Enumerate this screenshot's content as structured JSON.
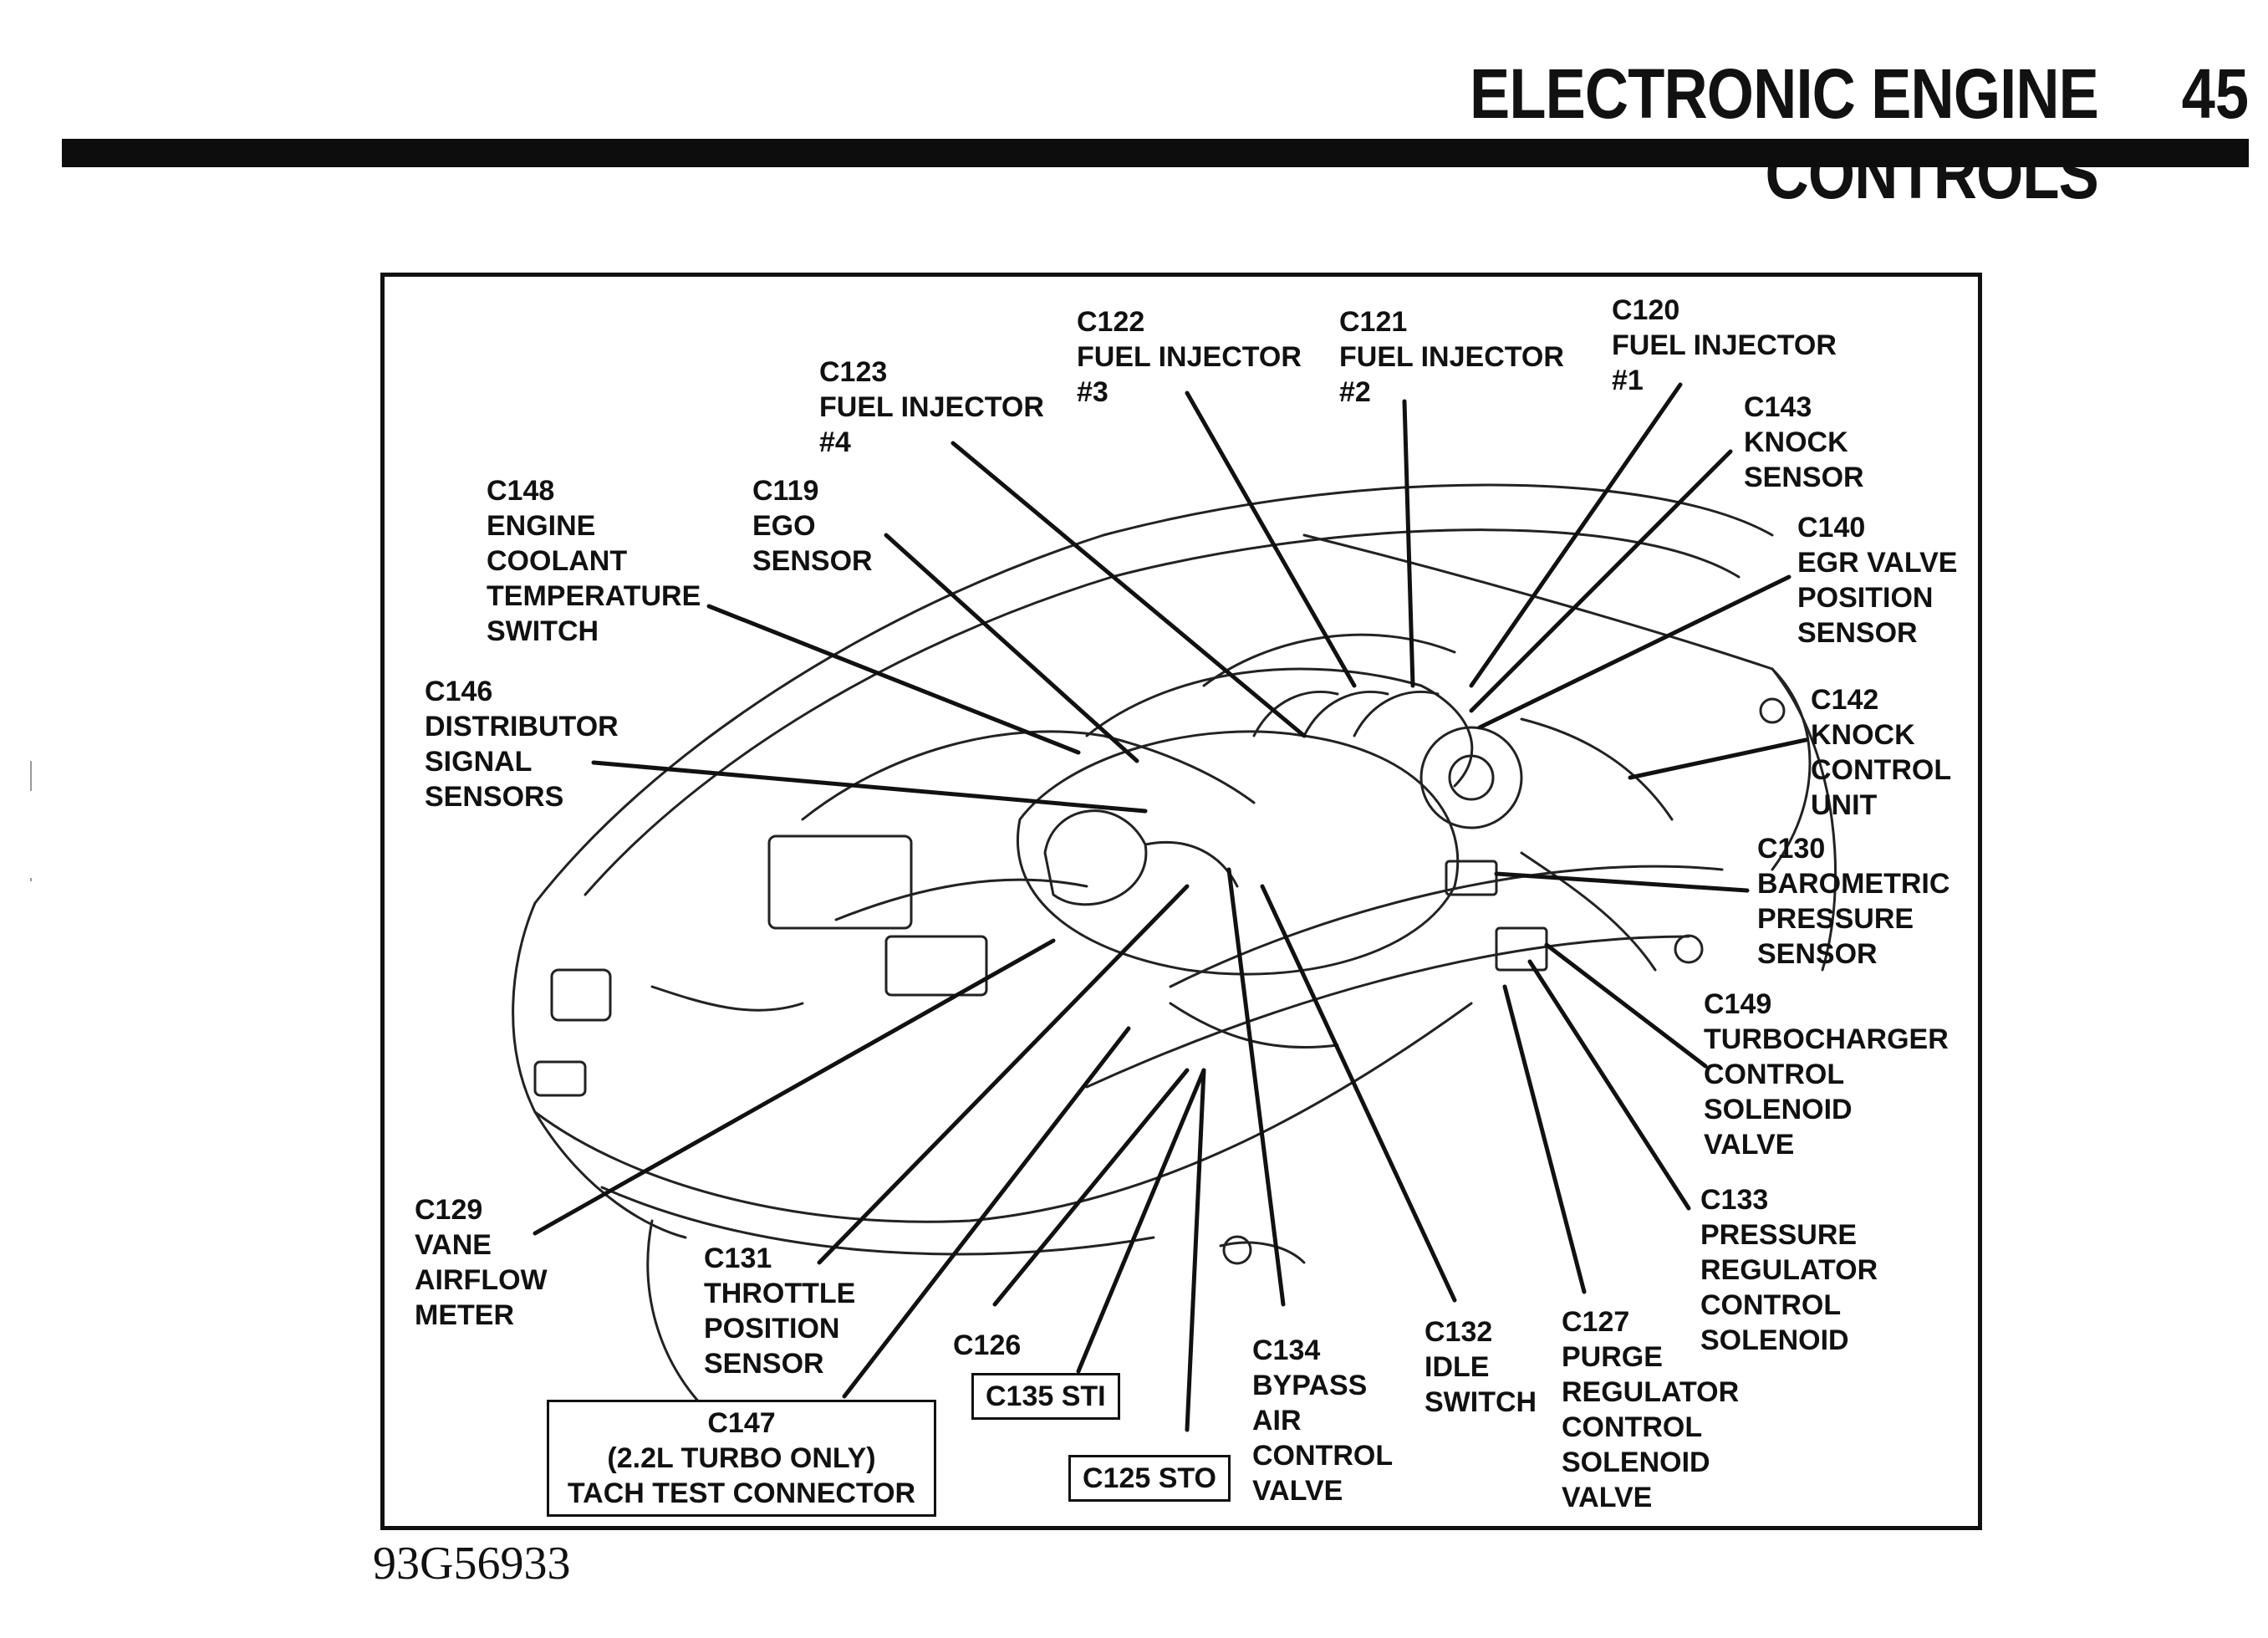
{
  "header": {
    "title": "ELECTRONIC ENGINE CONTROLS",
    "page_number": "45"
  },
  "figure": {
    "code": "93G56933"
  },
  "callouts": [
    {
      "id": "c120",
      "lines": [
        "C120",
        "FUEL INJECTOR",
        "#1"
      ]
    },
    {
      "id": "c121",
      "lines": [
        "C121",
        "FUEL INJECTOR",
        "#2"
      ]
    },
    {
      "id": "c122",
      "lines": [
        "C122",
        "FUEL INJECTOR",
        "#3"
      ]
    },
    {
      "id": "c123",
      "lines": [
        "C123",
        "FUEL INJECTOR",
        "#4"
      ]
    },
    {
      "id": "c148",
      "lines": [
        "C148",
        "ENGINE",
        "COOLANT",
        "TEMPERATURE",
        "SWITCH"
      ]
    },
    {
      "id": "c119",
      "lines": [
        "C119",
        "EGO",
        "SENSOR"
      ]
    },
    {
      "id": "c146",
      "lines": [
        "C146",
        "DISTRIBUTOR",
        "SIGNAL",
        "SENSORS"
      ]
    },
    {
      "id": "c143",
      "lines": [
        "C143",
        "KNOCK",
        "SENSOR"
      ]
    },
    {
      "id": "c140",
      "lines": [
        "C140",
        "EGR VALVE",
        "POSITION",
        "SENSOR"
      ]
    },
    {
      "id": "c142",
      "lines": [
        "C142",
        "KNOCK",
        "CONTROL",
        "UNIT"
      ]
    },
    {
      "id": "c130",
      "lines": [
        "C130",
        "BAROMETRIC",
        "PRESSURE",
        "SENSOR"
      ]
    },
    {
      "id": "c149",
      "lines": [
        "C149",
        "TURBOCHARGER",
        "CONTROL",
        "SOLENOID",
        "VALVE"
      ]
    },
    {
      "id": "c133",
      "lines": [
        "C133",
        "PRESSURE",
        "REGULATOR",
        "CONTROL",
        "SOLENOID"
      ]
    },
    {
      "id": "c129",
      "lines": [
        "C129",
        "VANE",
        "AIRFLOW",
        "METER"
      ]
    },
    {
      "id": "c131",
      "lines": [
        "C131",
        "THROTTLE",
        "POSITION",
        "SENSOR"
      ]
    },
    {
      "id": "c126",
      "lines": [
        "C126"
      ]
    },
    {
      "id": "c134",
      "lines": [
        "C134",
        "BYPASS",
        "AIR",
        "CONTROL",
        "VALVE"
      ]
    },
    {
      "id": "c132",
      "lines": [
        "C132",
        "IDLE",
        "SWITCH"
      ]
    },
    {
      "id": "c127",
      "lines": [
        "C127",
        "PURGE",
        "REGULATOR",
        "CONTROL",
        "SOLENOID",
        "VALVE"
      ]
    },
    {
      "id": "c135",
      "lines": [
        "C135 STI"
      ]
    },
    {
      "id": "c125",
      "lines": [
        "C125 STO"
      ]
    },
    {
      "id": "c147",
      "lines": [
        "C147",
        "(2.2L TURBO ONLY)",
        "TACH TEST CONNECTOR"
      ]
    }
  ]
}
